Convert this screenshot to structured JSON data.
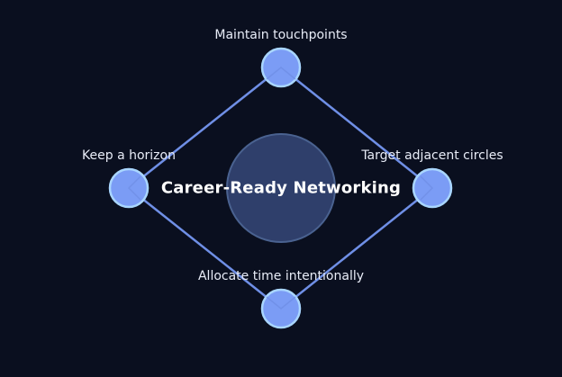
{
  "center": {
    "title": "Career-Ready Networking"
  },
  "nodes": [
    {
      "id": "top",
      "label": "Maintain touchpoints"
    },
    {
      "id": "left",
      "label": "Keep a horizon"
    },
    {
      "id": "right",
      "label": "Target adjacent circles"
    },
    {
      "id": "bottom",
      "label": "Allocate time intentionally"
    }
  ],
  "colors": {
    "background": "#0a0f1f",
    "edge": "#6f8fe6",
    "node_fill": "#7b9cf5",
    "node_stroke": "#a9d6ff",
    "center_fill": "#2f3f6b",
    "center_stroke": "#4a6290",
    "text": "#e8ecf7"
  }
}
